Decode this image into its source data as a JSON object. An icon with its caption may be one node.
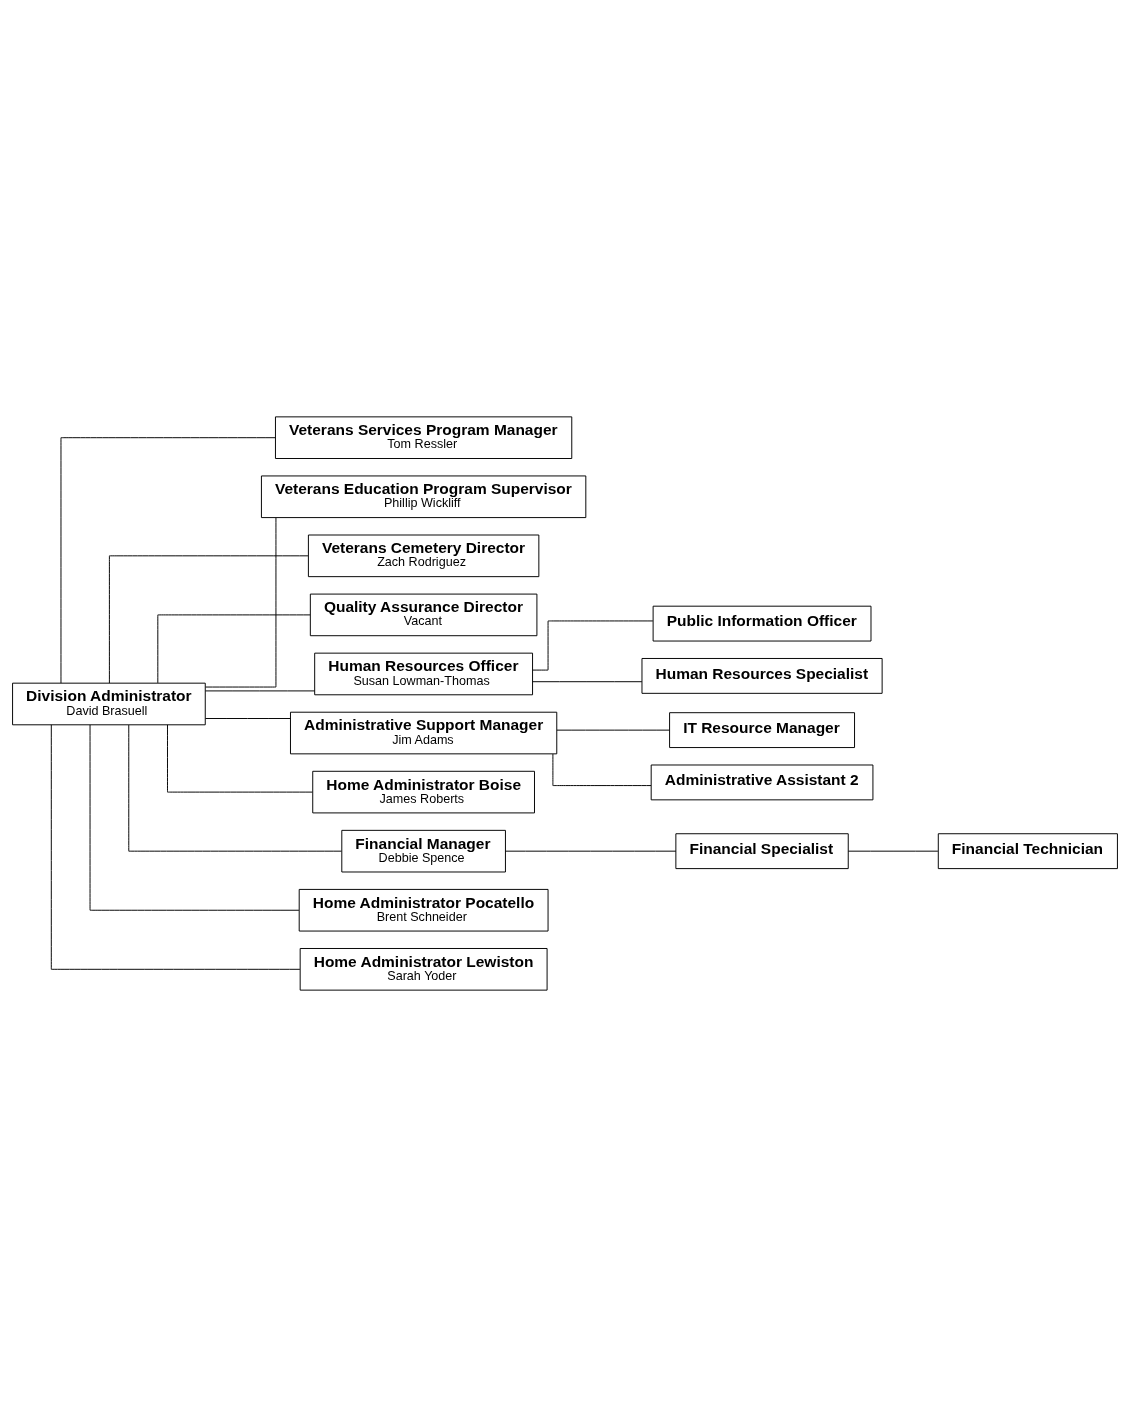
{
  "diagram": {
    "nodes": [
      {
        "text": [
          "Division Administrator",
          "David Brasuell"
        ]
      },
      {
        "text": [
          "Veterans Services Program Manager",
          "Tom Ressler"
        ]
      },
      {
        "text": [
          "Veterans Education Program Supervisor",
          "Phillip Wickliff"
        ]
      },
      {
        "text": [
          "Veterans Cemetery Director",
          "Zach Rodriguez"
        ]
      },
      {
        "text": [
          "Quality Assurance Director",
          "Vacant"
        ]
      },
      {
        "text": [
          "Human Resources Officer",
          "Susan Lowman-Thomas"
        ]
      },
      {
        "text": [
          "Administrative Support Manager",
          "Jim Adams"
        ]
      },
      {
        "text": [
          "Public Information Officer"
        ]
      },
      {
        "text": [
          "IT Resource Manager"
        ]
      },
      {
        "text": [
          "Human Resources Specialist"
        ]
      },
      {
        "text": [
          "Administrative Assistant 2"
        ]
      },
      {
        "text": [
          "Home Administrator Boise",
          "James Roberts"
        ]
      },
      {
        "text": [
          "Financial Manager",
          "Debbie Spence"
        ]
      },
      {
        "text": [
          "Home Administrator Pocatello",
          "Brent Schneider"
        ]
      },
      {
        "text": [
          "Financial Specialist"
        ]
      },
      {
        "text": [
          "Home Administrator Lewiston",
          "Sarah Yoder"
        ]
      },
      {
        "text": [
          "Financial Technician"
        ]
      }
    ],
    "edges": [
      {
        "from": 0,
        "to": 1,
        "arrow": "none"
      },
      {
        "from": 0,
        "to": 2,
        "arrow": "none"
      },
      {
        "from": 0,
        "to": 3,
        "arrow": "none"
      },
      {
        "from": 0,
        "to": 4,
        "arrow": "none"
      },
      {
        "from": 0,
        "to": 5,
        "arrow": "none"
      },
      {
        "from": 0,
        "to": 6,
        "arrow": "none"
      },
      {
        "from": 5,
        "to": 7,
        "arrow": "none"
      },
      {
        "from": 6,
        "to": 8,
        "arrow": "none"
      },
      {
        "from": 5,
        "to": 9,
        "arrow": "none"
      },
      {
        "from": 6,
        "to": 10,
        "arrow": "none"
      },
      {
        "from": 0,
        "to": 11,
        "arrow": "none"
      },
      {
        "from": 0,
        "to": 12,
        "arrow": "none"
      },
      {
        "from": 0,
        "to": 13,
        "arrow": "none"
      },
      {
        "from": 0,
        "to": 15,
        "arrow": "none"
      },
      {
        "from": 12,
        "to": 14,
        "arrow": "none"
      },
      {
        "from": 14,
        "to": 16,
        "arrow": "none"
      }
    ]
  }
}
